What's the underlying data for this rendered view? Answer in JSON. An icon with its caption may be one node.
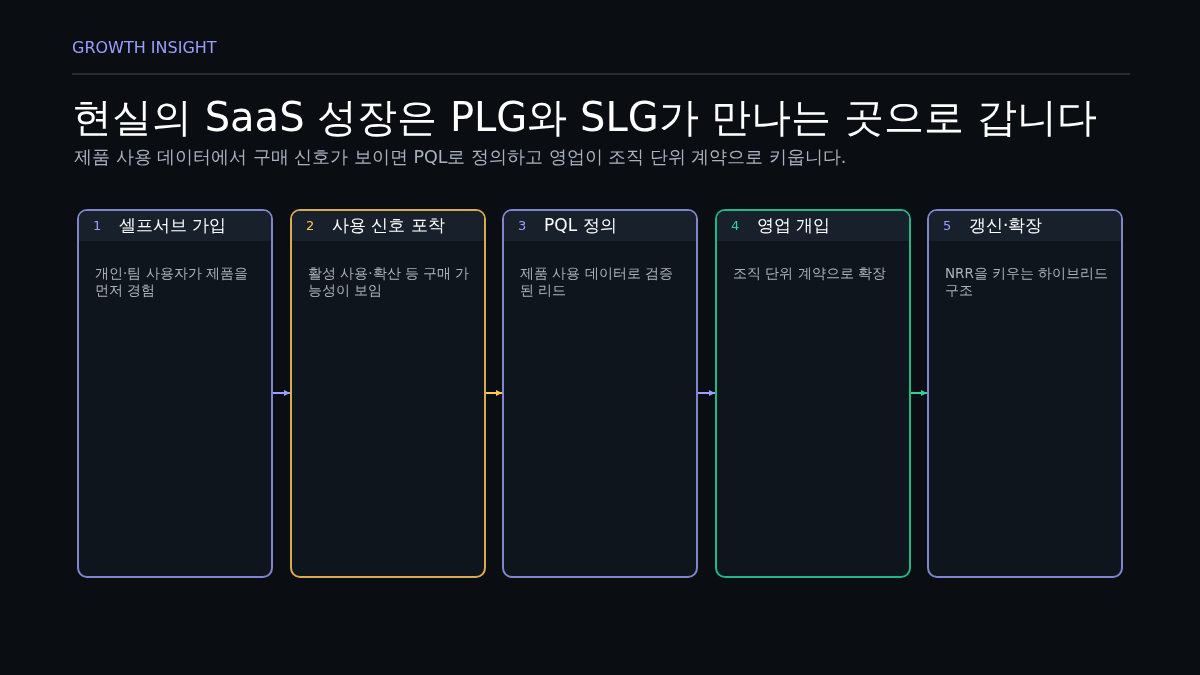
{
  "diagram": {
    "title": "현실의 SaaS 성장은 PLG와 SLG가 만나는 곳으로 갑니다",
    "nodes": [
      {
        "text": [
          "1",
          "셀프서브 가입",
          "개인·팀 사용자가 제품을 먼저 경험"
        ]
      },
      {
        "text": [
          "2",
          "사용 신호 포착",
          "활성 사용·확산 등 구매 가능성이 보임"
        ]
      },
      {
        "text": [
          "3",
          "PQL 정의",
          "제품 사용 데이터로 검증된 리드"
        ]
      },
      {
        "text": [
          "4",
          "영업 개입",
          "조직 단위 계약으로 확장"
        ]
      },
      {
        "text": [
          "5",
          "갱신·확장",
          "NRR을 키우는 하이브리드 구조"
        ]
      }
    ],
    "edges": [
      {
        "from": 0,
        "to": 1,
        "arrow": "to"
      },
      {
        "from": 1,
        "to": 2,
        "arrow": "to",
        "color": "#ffc857"
      },
      {
        "from": 2,
        "to": 3,
        "arrow": "to"
      },
      {
        "from": 3,
        "to": 4,
        "arrow": "to",
        "color": "#2ed39a"
      }
    ],
    "labels": [
      "GROWTH INSIGHT",
      "제품 사용 데이터에서 구매 신호가 보이면 PQL로 정의하고 영업이 조직 단위 계약으로 키웁니다."
    ]
  }
}
